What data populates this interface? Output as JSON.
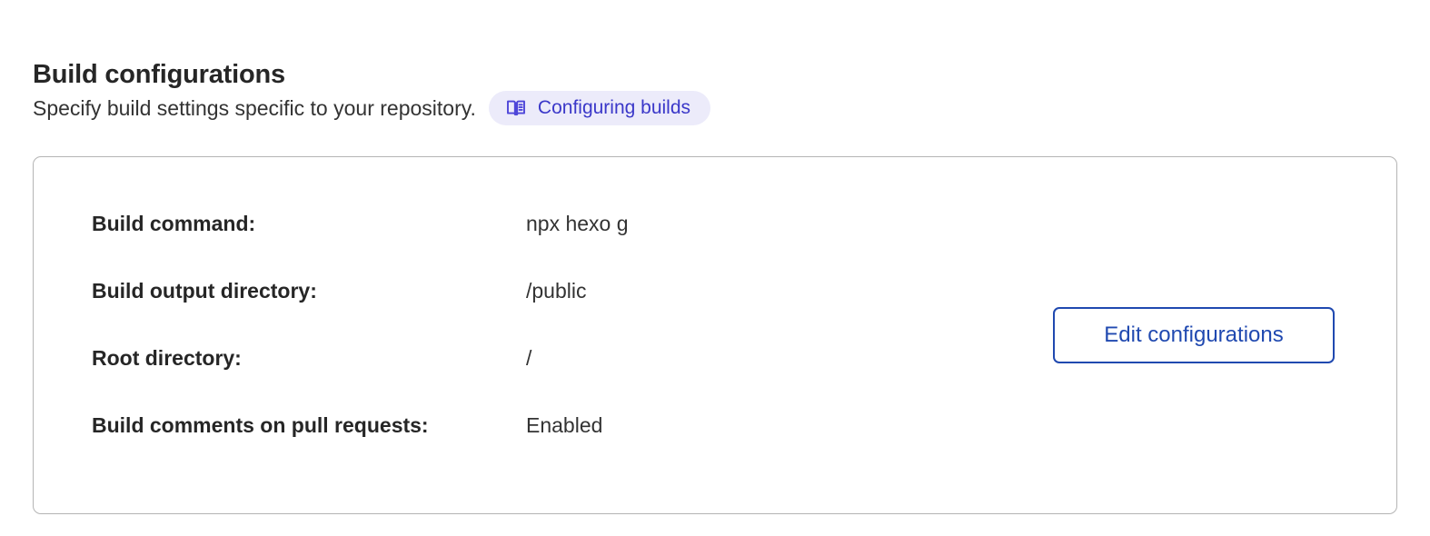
{
  "section": {
    "title": "Build configurations",
    "subtitle": "Specify build settings specific to your repository.",
    "doc_badge": {
      "label": "Configuring builds",
      "icon": "book-icon",
      "background_color": "#ecebfa",
      "text_color": "#3b38c9"
    }
  },
  "card": {
    "border_color": "#b4b4b4",
    "rows": [
      {
        "label": "Build command:",
        "value": "npx hexo g"
      },
      {
        "label": "Build output directory:",
        "value": "/public"
      },
      {
        "label": "Root directory:",
        "value": "/"
      },
      {
        "label": "Build comments on pull requests:",
        "value": "Enabled"
      }
    ],
    "edit_button": {
      "label": "Edit configurations",
      "accent_color": "#2049b0"
    }
  }
}
